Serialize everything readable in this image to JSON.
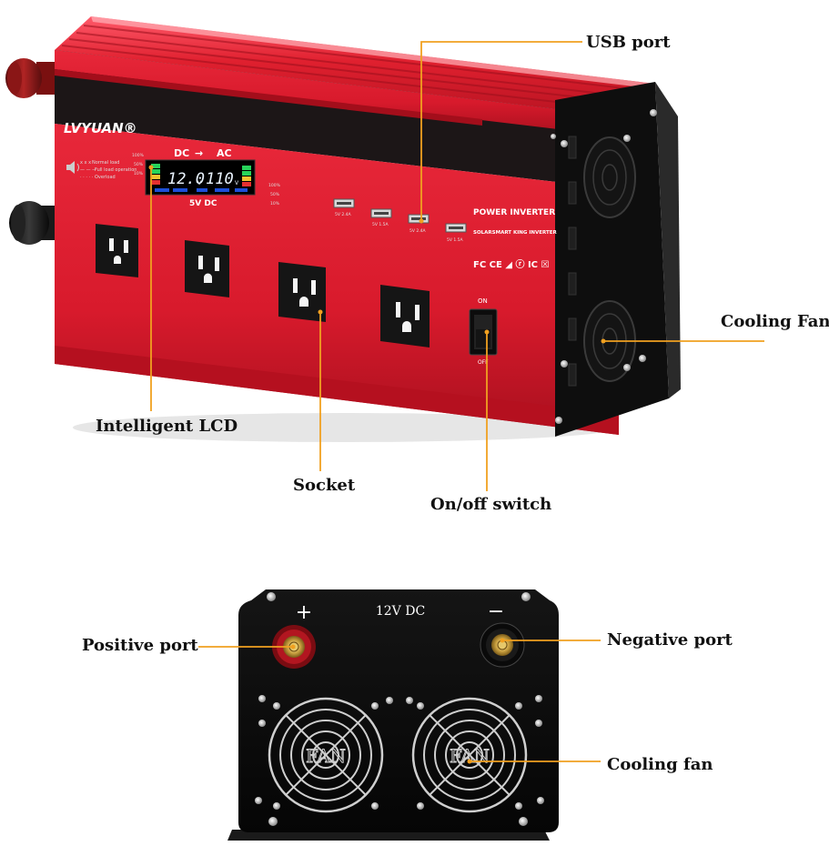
{
  "callouts": {
    "usb_port": "USB port",
    "cooling_fan_top": "Cooling Fan",
    "intelligent_lcd": "Intelligent LCD",
    "socket": "Socket",
    "onoff_switch": "On/off switch",
    "positive_port": "Positive port",
    "negative_port": "Negative port",
    "cooling_fan_bottom": "Cooling fan"
  },
  "device_top": {
    "brand": "LVYUAN®",
    "lcd": {
      "dc_label": "DC",
      "arrow": "→",
      "ac_label": "AC",
      "dc_reading": "12.0",
      "dc_unit": "V",
      "ac_reading": "110",
      "ac_unit": "V",
      "usb_label": "5V DC",
      "pct_left": [
        "100%",
        "50%",
        "10%"
      ],
      "pct_right": [
        "100%",
        "50%",
        "10%"
      ]
    },
    "legend": [
      "Normal load",
      "Full load operation",
      "Overload"
    ],
    "usb_ports": [
      "5V 2.4A",
      "5V 1.5A",
      "5V 2.4A",
      "5V 1.5A"
    ],
    "panel_title": "POWER INVERTER",
    "panel_subtitle": "SOLARSMART KING INVERTER",
    "certifications": "FC CE ◢ ⓡ IC ☒",
    "switch_on": "ON",
    "switch_off": "OFF"
  },
  "device_bottom": {
    "positive_symbol": "+",
    "negative_symbol": "−",
    "voltage": "12V DC",
    "fan_text": "FAN"
  },
  "colors": {
    "body_red": "#d81a2c",
    "dark_panel": "#1c1617",
    "callout_line": "#f0a020",
    "text": "#111111"
  },
  "icons": [
    "speaker-icon",
    "fan-grille-icon",
    "usb-icon",
    "ac-outlet-icon",
    "rocker-switch-icon",
    "terminal-icon"
  ]
}
